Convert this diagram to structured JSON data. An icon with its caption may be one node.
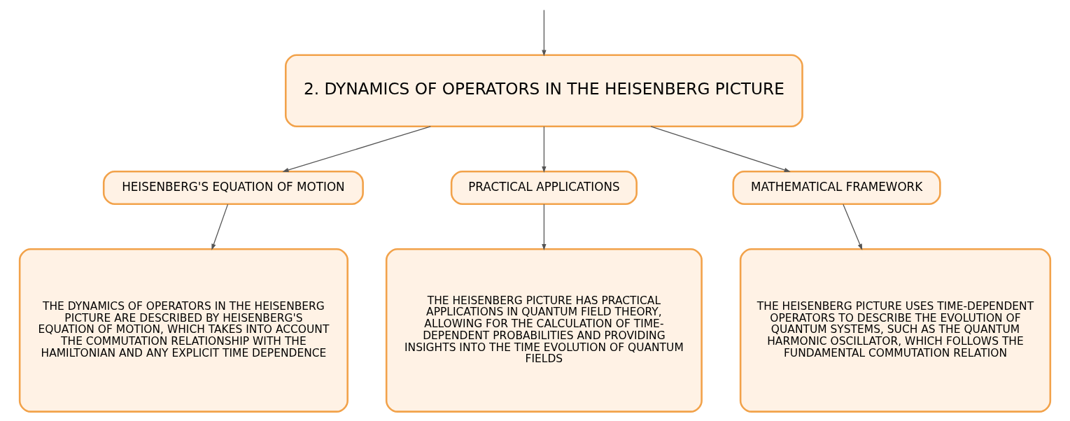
{
  "diagram": {
    "nodes": [
      {
        "text": [
          "2. DYNAMICS OF OPERATORS IN THE HEISENBERG PICTURE"
        ]
      },
      {
        "text": [
          "HEISENBERG'S EQUATION OF MOTION"
        ]
      },
      {
        "text": [
          "PRACTICAL APPLICATIONS"
        ]
      },
      {
        "text": [
          "MATHEMATICAL FRAMEWORK"
        ]
      },
      {
        "text": [
          "THE DYNAMICS OF OPERATORS IN THE HEISENBERG PICTURE ARE DESCRIBED BY HEISENBERG'S EQUATION OF MOTION, WHICH TAKES INTO ACCOUNT THE COMMUTATION RELATIONSHIP WITH THE HAMILTONIAN AND ANY EXPLICIT TIME DEPENDENCE"
        ]
      },
      {
        "text": [
          "THE HEISENBERG PICTURE HAS PRACTICAL APPLICATIONS IN QUANTUM FIELD THEORY, ALLOWING FOR THE CALCULATION OF TIME-DEPENDENT PROBABILITIES AND PROVIDING INSIGHTS INTO THE TIME EVOLUTION OF QUANTUM FIELDS"
        ]
      },
      {
        "text": [
          "THE HEISENBERG PICTURE USES TIME-DEPENDENT OPERATORS TO DESCRIBE THE EVOLUTION OF QUANTUM SYSTEMS, SUCH AS THE QUANTUM HARMONIC OSCILLATOR, WHICH FOLLOWS THE FUNDAMENTAL COMMUTATION RELATION"
        ]
      }
    ],
    "edges": [
      {
        "from": null,
        "to": 0,
        "arrow": "to"
      },
      {
        "from": 0,
        "to": 1,
        "arrow": "to"
      },
      {
        "from": 0,
        "to": 2,
        "arrow": "to"
      },
      {
        "from": 0,
        "to": 3,
        "arrow": "to"
      },
      {
        "from": 1,
        "to": 4,
        "arrow": "to"
      },
      {
        "from": 2,
        "to": 5,
        "arrow": "to"
      },
      {
        "from": 3,
        "to": 6,
        "arrow": "to"
      }
    ]
  }
}
